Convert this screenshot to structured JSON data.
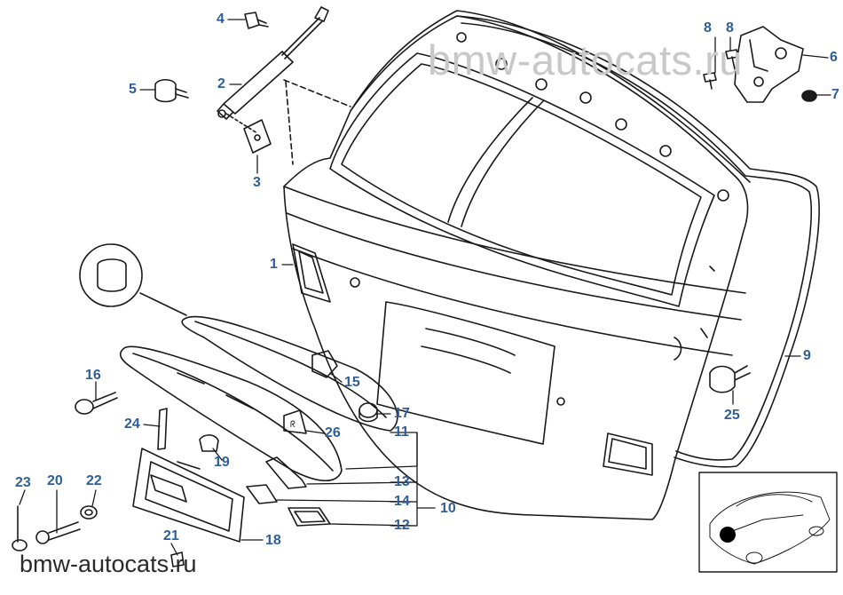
{
  "watermarks": {
    "top": "bmw-autocats.ru",
    "bottom": "bmw-autocats.ru"
  },
  "callouts": [
    {
      "id": "c1",
      "label": "1"
    },
    {
      "id": "c2",
      "label": "2"
    },
    {
      "id": "c3",
      "label": "3"
    },
    {
      "id": "c4",
      "label": "4"
    },
    {
      "id": "c5",
      "label": "5"
    },
    {
      "id": "c6",
      "label": "6"
    },
    {
      "id": "c7",
      "label": "7"
    },
    {
      "id": "c8a",
      "label": "8"
    },
    {
      "id": "c8b",
      "label": "8"
    },
    {
      "id": "c9",
      "label": "9"
    },
    {
      "id": "c10",
      "label": "10"
    },
    {
      "id": "c11",
      "label": "11"
    },
    {
      "id": "c12",
      "label": "12"
    },
    {
      "id": "c13",
      "label": "13"
    },
    {
      "id": "c14",
      "label": "14"
    },
    {
      "id": "c15",
      "label": "15"
    },
    {
      "id": "c16",
      "label": "16"
    },
    {
      "id": "c17",
      "label": "17"
    },
    {
      "id": "c18",
      "label": "18"
    },
    {
      "id": "c19",
      "label": "19"
    },
    {
      "id": "c20",
      "label": "20"
    },
    {
      "id": "c21",
      "label": "21"
    },
    {
      "id": "c22",
      "label": "22"
    },
    {
      "id": "c23",
      "label": "23"
    },
    {
      "id": "c24",
      "label": "24"
    },
    {
      "id": "c25",
      "label": "25"
    },
    {
      "id": "c26",
      "label": "26"
    }
  ],
  "colors": {
    "callout": "#2f5f9a",
    "line": "#1a1a1a",
    "watermark_light": "#c8c8c8"
  }
}
